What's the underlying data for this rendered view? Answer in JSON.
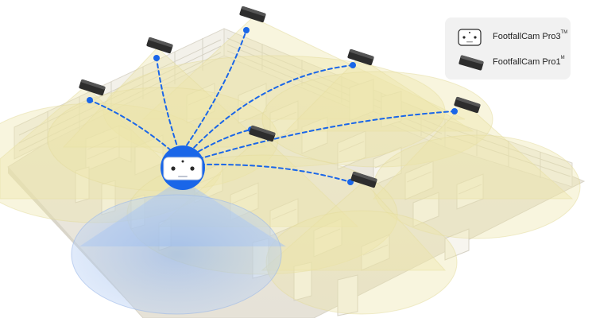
{
  "legend": {
    "items": [
      {
        "label": "FootfallCam Pro3",
        "mark": "TM",
        "icon": "pro3-camera-icon"
      },
      {
        "label": "FootfallCam Pro1",
        "mark": "M",
        "icon": "pro1-camera-icon"
      }
    ]
  },
  "colors": {
    "coverage_yellow": "#efe9b6",
    "coverage_blue": "#9fbfef",
    "link_blue": "#1a66e8",
    "floor": "#ece9df",
    "wall": "#e2ded2",
    "shelf": "#f6f4ee",
    "camera_dark": "#2c2c2c"
  },
  "diagram": {
    "hub": "FootfallCam Pro3",
    "nodes_count_label": "",
    "connection_style": "dashed"
  }
}
